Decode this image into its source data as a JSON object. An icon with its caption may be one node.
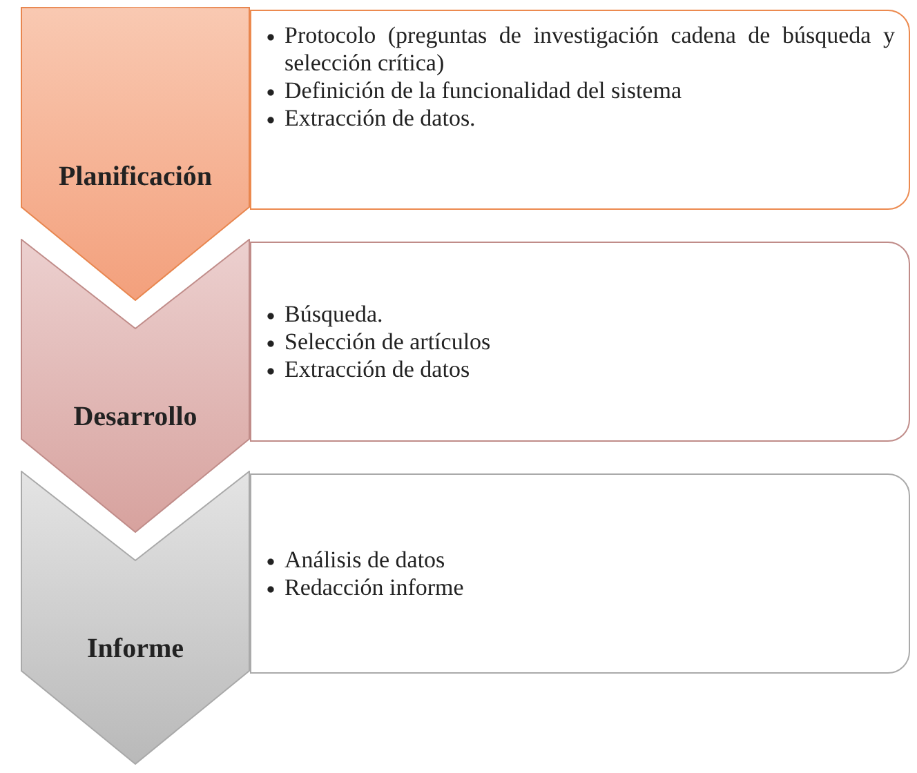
{
  "diagram": {
    "nodes": [
      {
        "text": [
          "Planificación"
        ]
      },
      {
        "text": [
          "Protocolo (preguntas de investigación cadena de búsqueda y selección crítica)",
          "Definición de la funcionalidad del sistema",
          "Extracción de datos."
        ]
      },
      {
        "text": [
          "Desarrollo"
        ]
      },
      {
        "text": [
          "Búsqueda.",
          "Selección de artículos",
          "Extracción de datos"
        ]
      },
      {
        "text": [
          "Informe"
        ]
      },
      {
        "text": [
          "Análisis de datos",
          "Redacción informe"
        ]
      }
    ]
  }
}
